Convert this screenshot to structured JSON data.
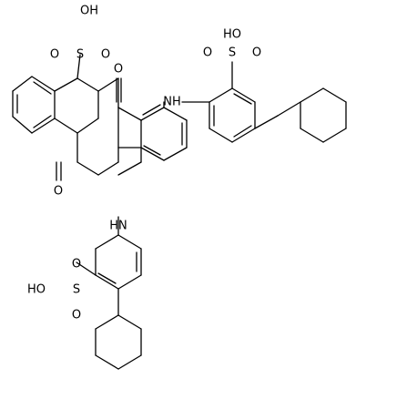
{
  "structure": {
    "ring_labels": {
      "O": "O",
      "S": "S",
      "HO": "HO",
      "OH": "OH",
      "HN": "HN",
      "NH": "NH"
    }
  }
}
